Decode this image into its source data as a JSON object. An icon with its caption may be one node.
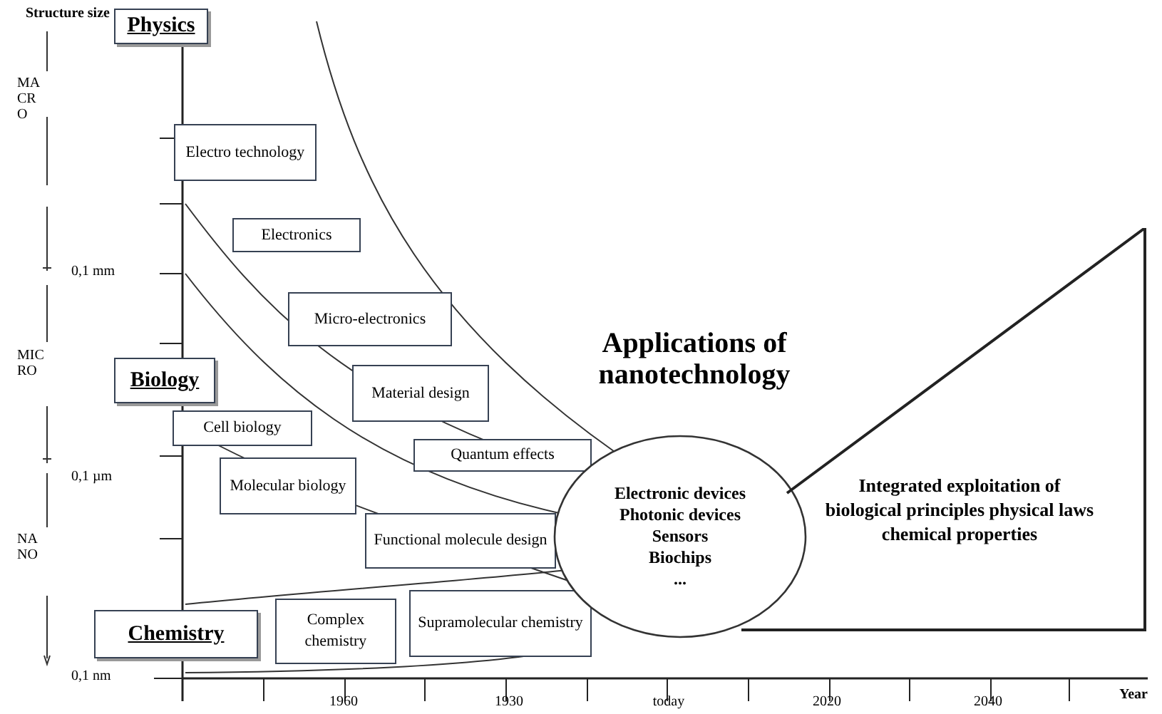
{
  "diagram": {
    "nodes": [
      {
        "text": [
          "Physics"
        ]
      },
      {
        "text": [
          "Electro technology"
        ]
      },
      {
        "text": [
          "Electronics"
        ]
      },
      {
        "text": [
          "Micro-electronics"
        ]
      },
      {
        "text": [
          "Biology"
        ]
      },
      {
        "text": [
          "Material design"
        ]
      },
      {
        "text": [
          "Cell biology"
        ]
      },
      {
        "text": [
          "Quantum effects"
        ]
      },
      {
        "text": [
          "Molecular biology"
        ]
      },
      {
        "text": [
          "Functional molecule design"
        ]
      },
      {
        "text": [
          "Chemistry"
        ]
      },
      {
        "text": [
          "Complex chemistry"
        ]
      },
      {
        "text": [
          "Supramolecular chemistry"
        ]
      },
      {
        "text": [
          "Electronic devices",
          "Photonic devices",
          "Sensors",
          "Biochips",
          "..."
        ]
      },
      {
        "text": [
          "Integrated exploitation of biological principles physical laws chemical properties"
        ]
      }
    ],
    "labels": [
      "Structure size",
      "MACRO",
      "0,1 mm",
      "MICRO",
      "Applications of nanotechnology",
      "0,1 µm",
      "NANO",
      "0,1 nm",
      "1960",
      "1930",
      "today",
      "2020",
      "2040",
      "Year"
    ]
  }
}
